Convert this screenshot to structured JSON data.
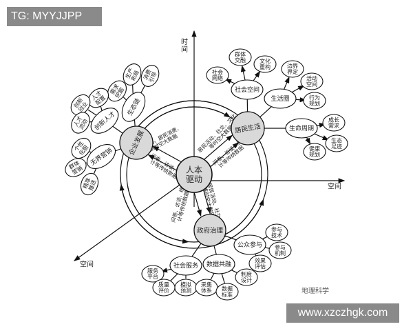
{
  "watermark_top": "TG: MYYJJPP",
  "watermark_bottom": "www.xzczhgk.com",
  "source_badge": "地理科学",
  "axes": {
    "time": "时间",
    "space_right": "空间",
    "space_diag": "空间"
  },
  "center": [
    "人本",
    "驱动"
  ],
  "main_nodes": {
    "enterprise": "企业发展",
    "resident": "居民生活",
    "government": "政府治理"
  },
  "link_texts": {
    "enterprise_big": [
      "人才流动、居民消费、",
      "营销时空大数据"
    ],
    "enterprise_trad": [
      "问卷、访谈、统",
      "计等传统数据"
    ],
    "resident_big": [
      "居民活动、社交、文化",
      "等时空大数据"
    ],
    "resident_trad": [
      "问卷、访谈、统",
      "计等传统数据"
    ],
    "government_big": [
      "居民活动、社交",
      "等时空大数据"
    ],
    "government_trad": [
      "问卷、访谈、统",
      "计等传统数据"
    ]
  },
  "sub_nodes": [
    [
      "生态链"
    ],
    [
      "创新人才"
    ],
    [
      "无界营销"
    ],
    [
      "社会空间"
    ],
    [
      "生活圈"
    ],
    [
      "生命周期"
    ],
    [
      "社会服务"
    ],
    [
      "数据共融"
    ],
    [
      "公众参与"
    ]
  ],
  "leaf_nodes": [
    [
      "需求",
      "挖掘"
    ],
    [
      "生产",
      "布局"
    ],
    [
      "消费",
      "引导"
    ],
    [
      "人才",
      "配置"
    ],
    [
      "创新",
      "创业"
    ],
    [
      "人才",
      "流动"
    ],
    [
      "个性",
      "化服"
    ],
    [
      "群体",
      "营销"
    ],
    [
      "精准",
      "推送"
    ],
    [
      "社会",
      "网络"
    ],
    [
      "群体",
      "交融"
    ],
    [
      "文化",
      "重构"
    ],
    [
      "边界",
      "界定"
    ],
    [
      "活动",
      "空间"
    ],
    [
      "行为",
      "规划"
    ],
    [
      "成长",
      "需求"
    ],
    [
      "生态",
      "足迹"
    ],
    [
      "健康",
      "规划"
    ],
    [
      "服务",
      "平台"
    ],
    [
      "质量",
      "评价"
    ],
    [
      "模拟",
      "预测"
    ],
    [
      "采集",
      "体系"
    ],
    [
      "数据",
      "标准"
    ],
    [
      "制度",
      "设计"
    ],
    [
      "参与",
      "技术"
    ],
    [
      "参与",
      "机制"
    ],
    [
      "效果",
      "评估"
    ]
  ]
}
